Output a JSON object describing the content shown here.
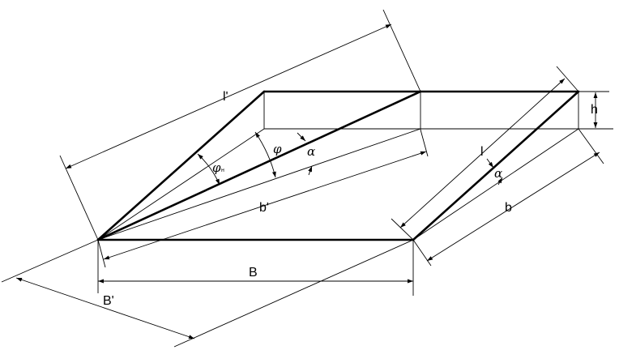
{
  "labels": {
    "l_prime": "l'",
    "h": "h",
    "phi": "φ",
    "phi_n": "φ",
    "phi_n_sub": "н",
    "alpha_top": "α",
    "alpha_right": "α",
    "l": "l",
    "b_prime": "b'",
    "b": "b",
    "B": "B",
    "B_prime": "B'"
  }
}
